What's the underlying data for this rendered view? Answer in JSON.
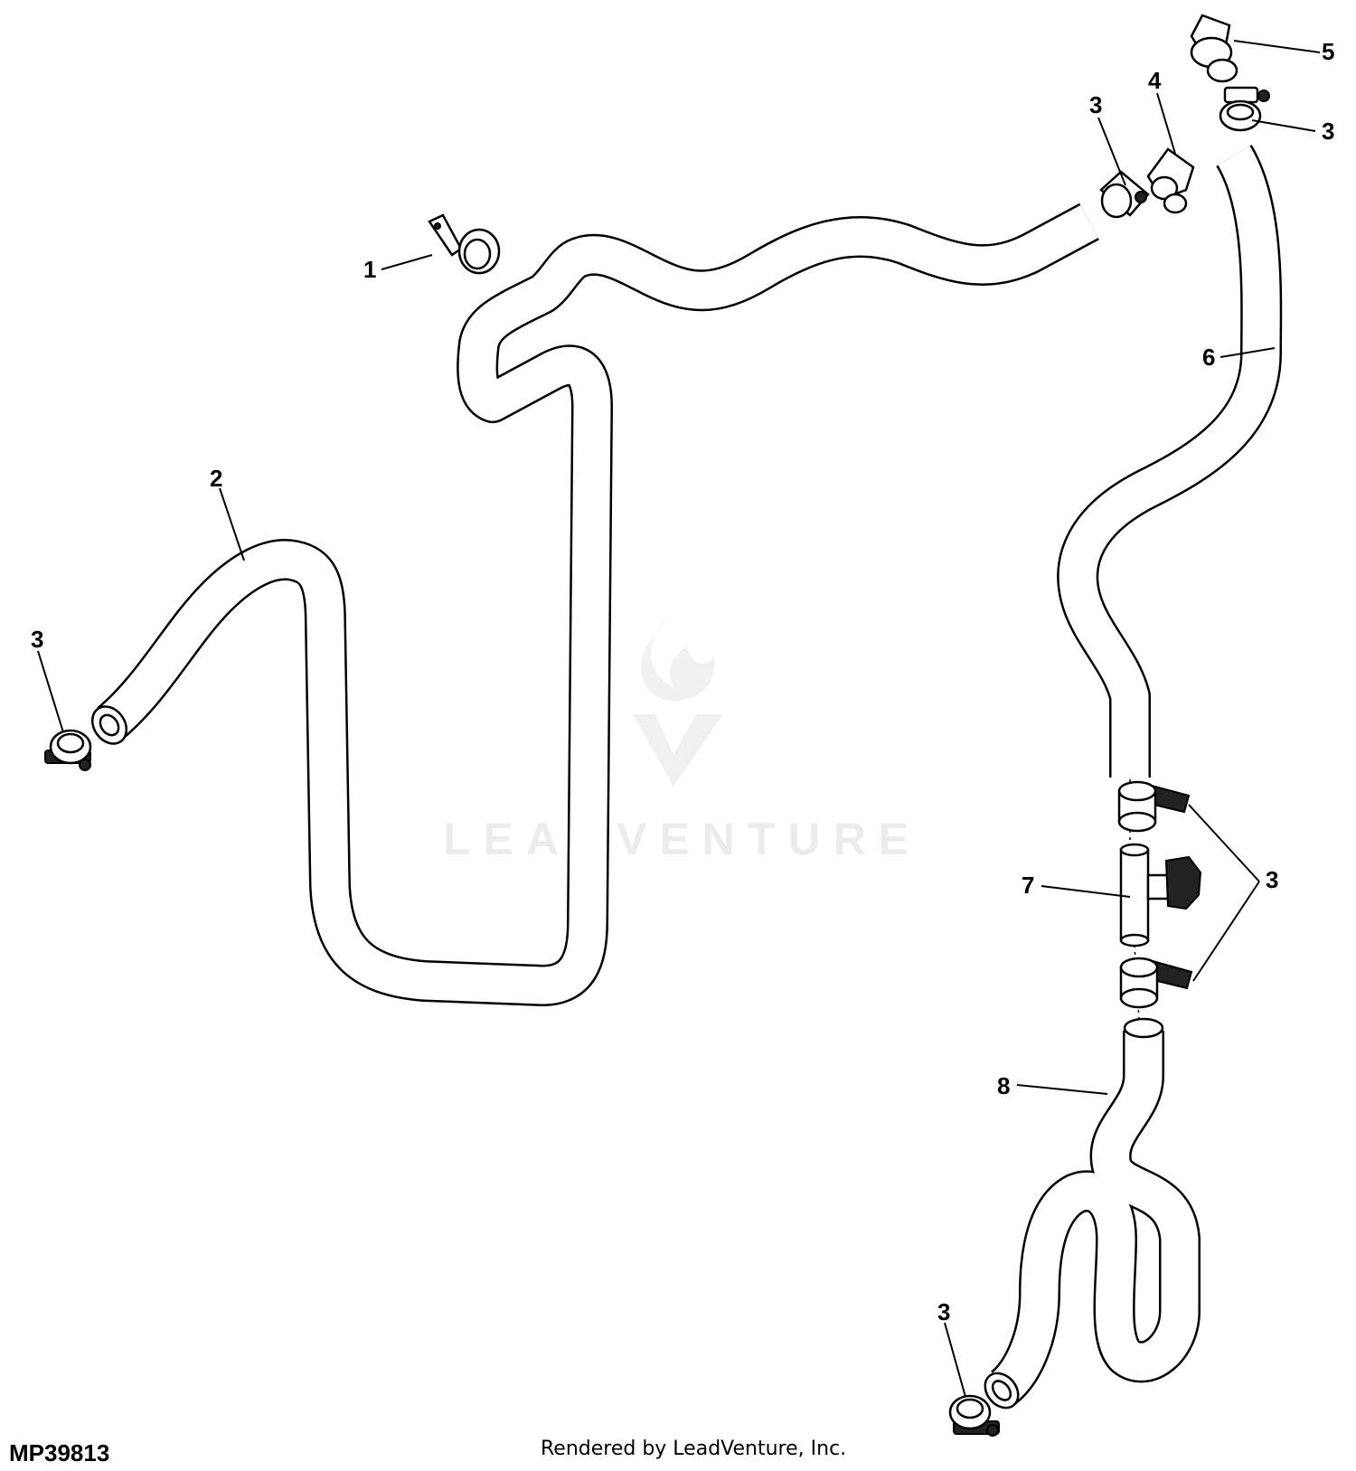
{
  "diagram": {
    "callouts": [
      {
        "id": "c1",
        "text": "1"
      },
      {
        "id": "c2",
        "text": "2"
      },
      {
        "id": "c3a",
        "text": "3"
      },
      {
        "id": "c3b",
        "text": "3"
      },
      {
        "id": "c3c",
        "text": "3"
      },
      {
        "id": "c3d",
        "text": "3"
      },
      {
        "id": "c3e",
        "text": "3"
      },
      {
        "id": "c4",
        "text": "4"
      },
      {
        "id": "c5",
        "text": "5"
      },
      {
        "id": "c6",
        "text": "6"
      },
      {
        "id": "c7",
        "text": "7"
      },
      {
        "id": "c8",
        "text": "8"
      }
    ],
    "watermark": "LEADVENTURE",
    "figure_id": "MP39813",
    "credit": "Rendered by LeadVenture, Inc."
  }
}
